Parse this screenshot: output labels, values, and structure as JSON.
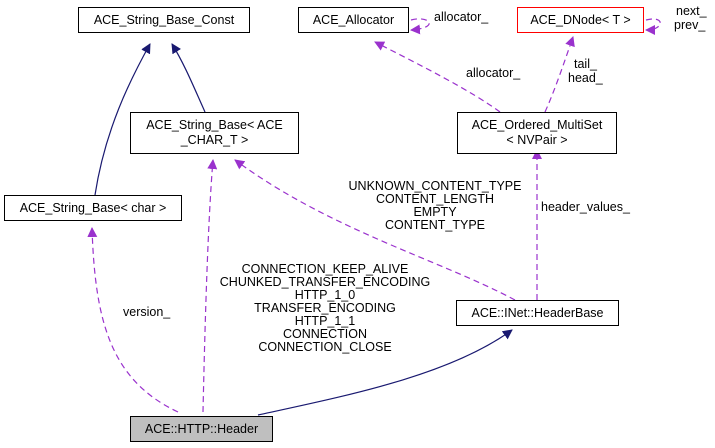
{
  "diagram": {
    "nodes": {
      "string_base_const": {
        "label": "ACE_String_Base_Const"
      },
      "allocator": {
        "label": "ACE_Allocator"
      },
      "dnode": {
        "label": "ACE_DNode< T >"
      },
      "string_base_ace_char": {
        "line1": "ACE_String_Base< ACE",
        "line2": "_CHAR_T >"
      },
      "ordered_multiset": {
        "line1": "ACE_Ordered_MultiSet",
        "line2": "< NVPair >"
      },
      "string_base_char": {
        "label": "ACE_String_Base< char >"
      },
      "header_base": {
        "label": "ACE::INet::HeaderBase"
      },
      "http_header": {
        "label": "ACE::HTTP::Header"
      }
    },
    "edge_labels": {
      "allocator_self": "allocator_",
      "dnode_self_1": "next_",
      "dnode_self_2": "prev_",
      "multiset_allocator": "allocator_",
      "multiset_dnode_1": "tail_",
      "multiset_dnode_2": "head_",
      "headerbase_string": [
        "UNKNOWN_CONTENT_TYPE",
        "CONTENT_LENGTH",
        "EMPTY",
        "CONTENT_TYPE"
      ],
      "headerbase_multiset": "header_values_",
      "header_version": "version_",
      "header_string": [
        "CONNECTION_KEEP_ALIVE",
        "CHUNKED_TRANSFER_ENCODING",
        "HTTP_1_0",
        "TRANSFER_ENCODING",
        "HTTP_1_1",
        "CONNECTION",
        "CONNECTION_CLOSE"
      ]
    },
    "colors": {
      "inheritance": "#191970",
      "usage": "#9a32cd",
      "highlight_border": "#ff0000",
      "current_fill": "#bfbfbf"
    }
  }
}
